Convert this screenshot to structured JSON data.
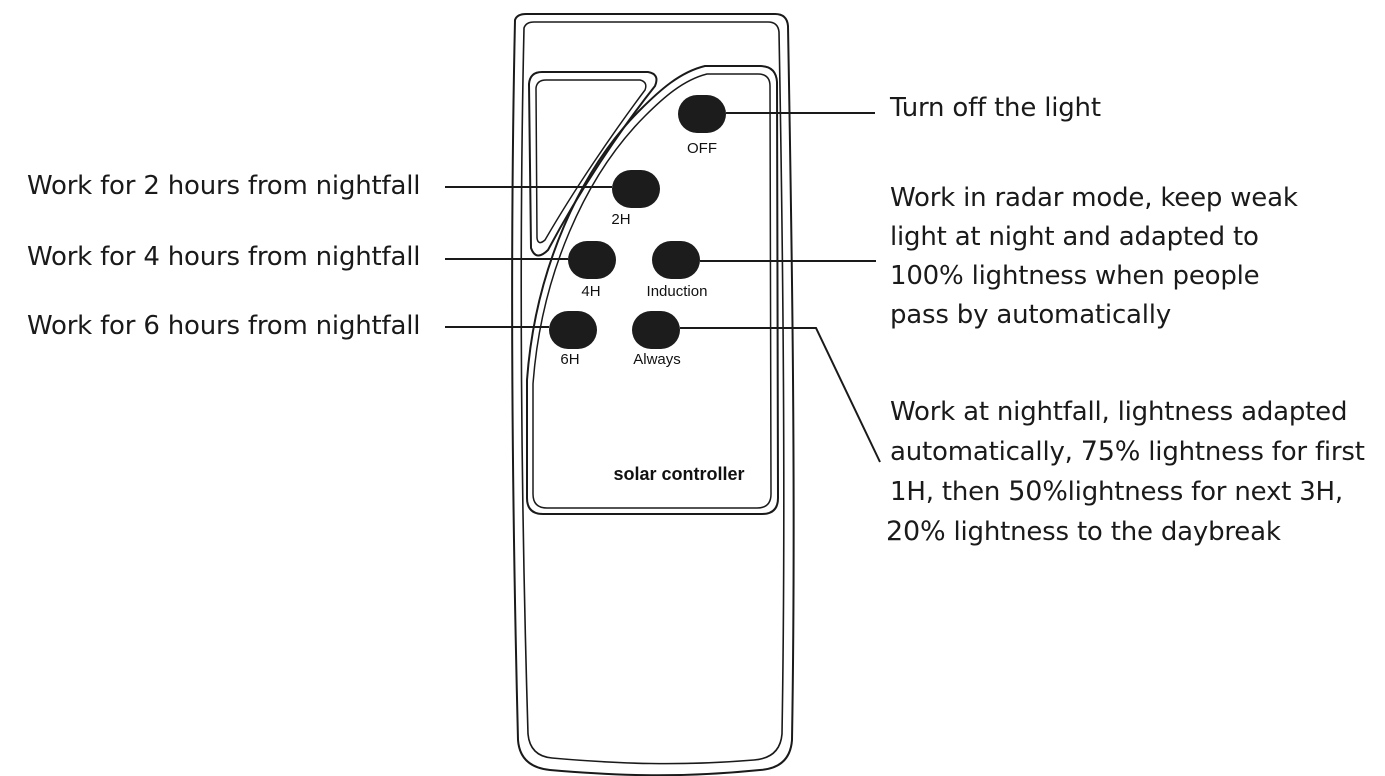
{
  "remote": {
    "brand": "solar controller",
    "buttons": {
      "off": "OFF",
      "h2": "2H",
      "h4": "4H",
      "h6": "6H",
      "induction": "Induction",
      "always": "Always"
    }
  },
  "callouts": {
    "off": "Turn off the light",
    "h2": "Work for 2 hours from nightfall",
    "h4": "Work for 4 hours from nightfall",
    "h6": "Work for 6 hours from nightfall",
    "induction": [
      "Work in radar mode, keep weak",
      "light at night and adapted to",
      "100% lightness when people",
      "pass by automatically"
    ],
    "always": {
      "line1": "Work at nightfall, lightness adapted",
      "line2_a": "automatically, ",
      "line2_pct": "75%",
      "line2_b": " lightness for first",
      "line3_a": "1H, then ",
      "line3_pct": "50%",
      "line3_b": "lightness for next 3H,",
      "line4_pct": "20%",
      "line4_b": " lightness to the daybreak"
    }
  },
  "colors": {
    "ink": "#1a1a1a",
    "button_fill": "#1c1c1c",
    "background": "#ffffff"
  }
}
